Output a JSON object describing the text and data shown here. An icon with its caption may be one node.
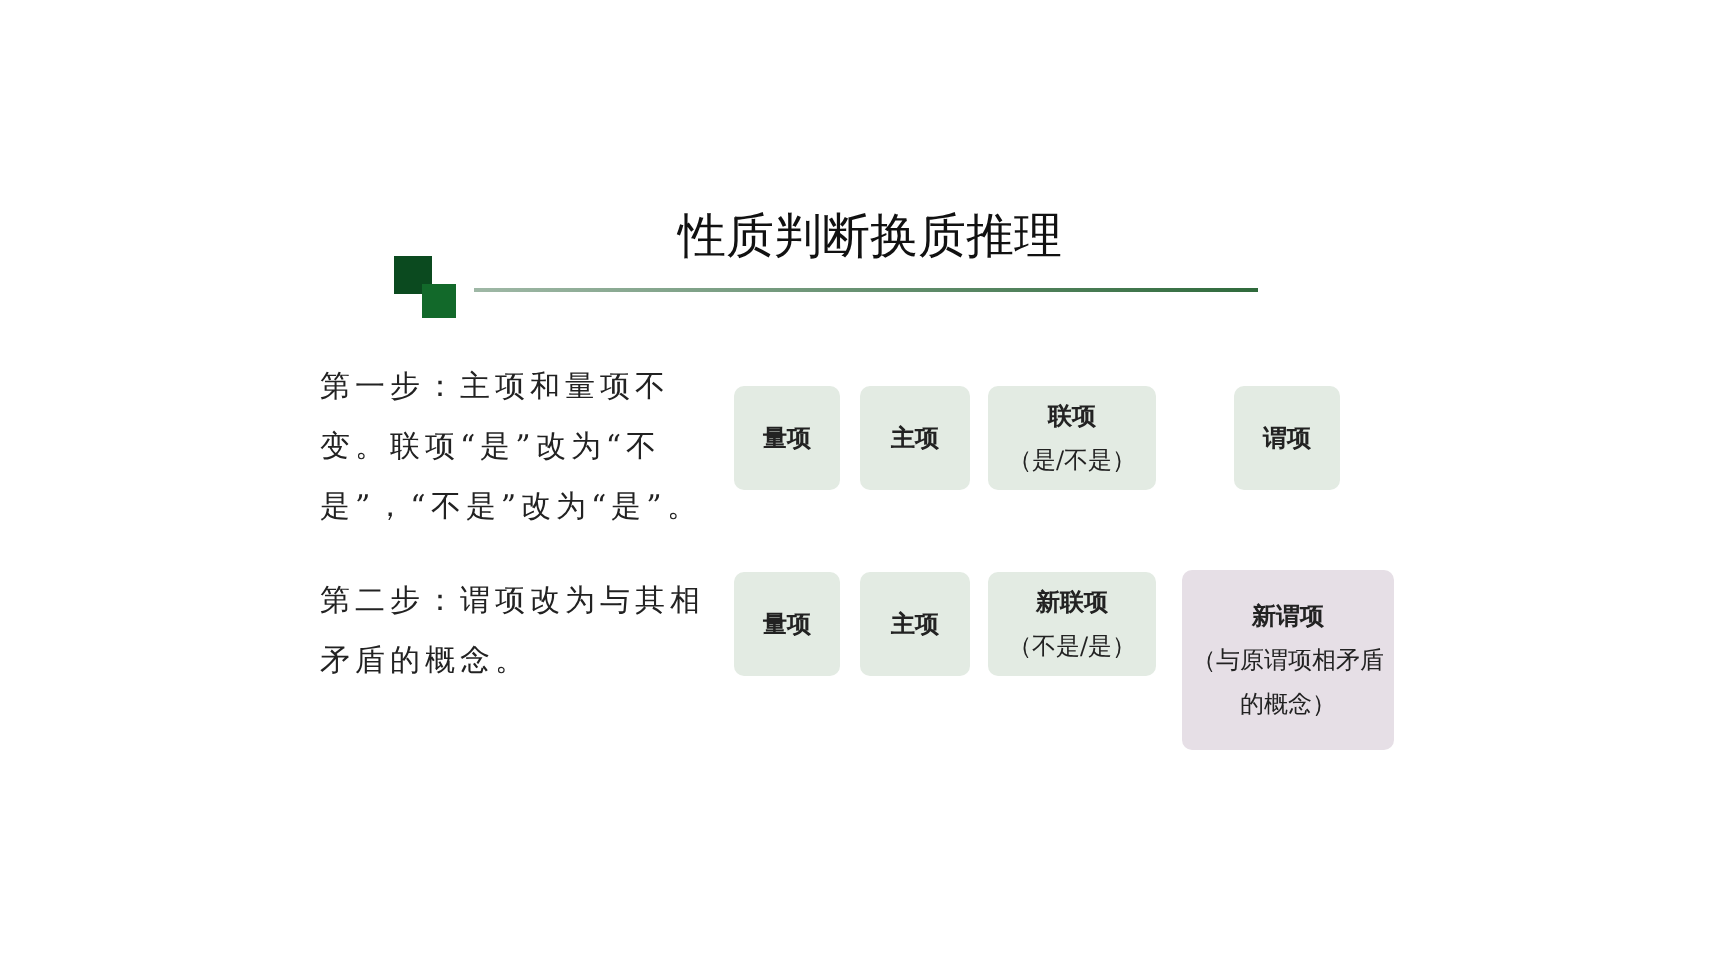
{
  "diagram": {
    "title": "性质判断换质推理",
    "nodes": [
      {
        "text": [
          "量项"
        ]
      },
      {
        "text": [
          "主项"
        ]
      },
      {
        "text": [
          "联项",
          "（是/不是）"
        ]
      },
      {
        "text": [
          "谓项"
        ]
      },
      {
        "text": [
          "量项"
        ]
      },
      {
        "text": [
          "主项"
        ]
      },
      {
        "text": [
          "新联项",
          "（不是/是）"
        ]
      },
      {
        "text": [
          "新谓项",
          "（与原谓项相矛盾的概念）"
        ]
      }
    ],
    "labels": [
      "第一步：主项和量项不变。联项“是”改为“不是”，“不是”改为“是”。",
      "第二步：谓项改为与其相矛盾的概念。"
    ]
  }
}
